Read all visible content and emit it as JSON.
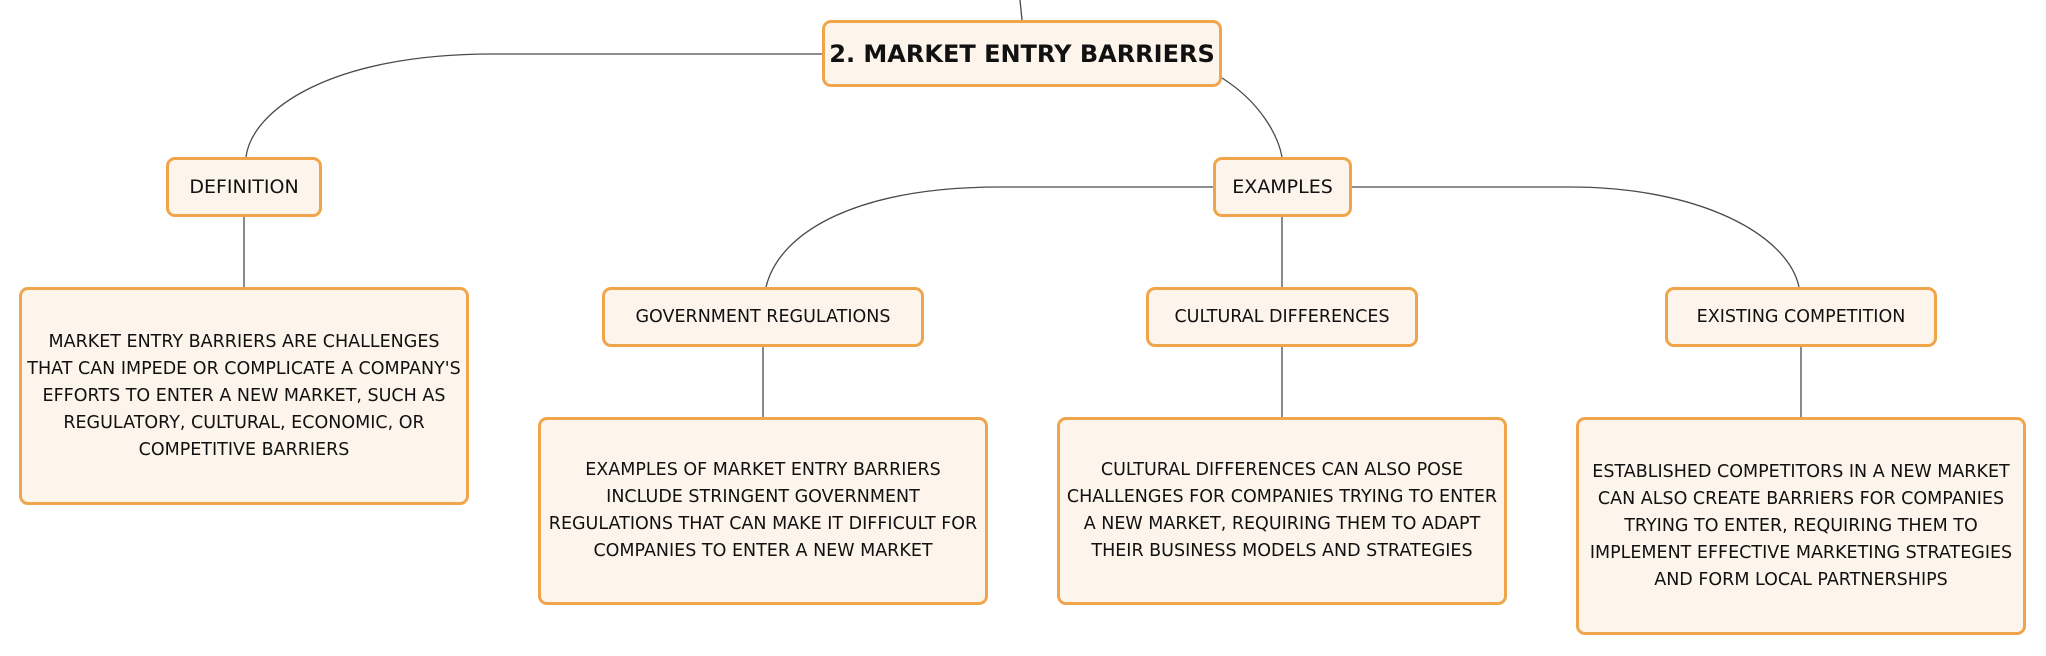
{
  "diagram": {
    "root": {
      "label": "2. MARKET ENTRY BARRIERS"
    },
    "definition": {
      "label": "DEFINITION",
      "text": "MARKET ENTRY BARRIERS ARE CHALLENGES THAT CAN IMPEDE OR COMPLICATE A COMPANY'S EFFORTS TO ENTER A NEW MARKET, SUCH AS REGULATORY, CULTURAL, ECONOMIC, OR COMPETITIVE BARRIERS"
    },
    "examples": {
      "label": "EXAMPLES",
      "items": [
        {
          "label": "GOVERNMENT REGULATIONS",
          "text": "EXAMPLES OF MARKET ENTRY BARRIERS INCLUDE STRINGENT GOVERNMENT REGULATIONS THAT CAN MAKE IT DIFFICULT FOR COMPANIES TO ENTER A NEW MARKET"
        },
        {
          "label": "CULTURAL DIFFERENCES",
          "text": "CULTURAL DIFFERENCES CAN ALSO POSE CHALLENGES FOR COMPANIES TRYING TO ENTER A NEW MARKET, REQUIRING THEM TO ADAPT THEIR BUSINESS MODELS AND STRATEGIES"
        },
        {
          "label": "EXISTING COMPETITION",
          "text": "ESTABLISHED COMPETITORS IN A NEW MARKET CAN ALSO CREATE BARRIERS FOR COMPANIES TRYING TO ENTER, REQUIRING THEM TO IMPLEMENT EFFECTIVE MARKETING STRATEGIES AND FORM LOCAL PARTNERSHIPS"
        }
      ]
    },
    "colors": {
      "node_border": "#f0a54a",
      "node_fill": "#fdf4eb",
      "connector": "#4a4a4a"
    }
  }
}
